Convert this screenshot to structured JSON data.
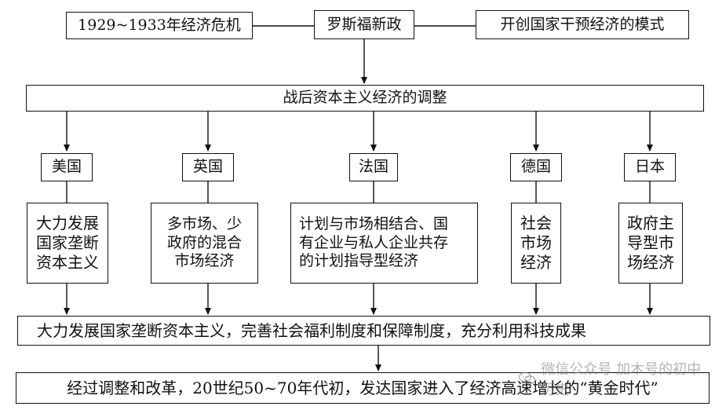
{
  "top": {
    "crisis": "1929~1933年经济危机",
    "new_deal": "罗斯福新政",
    "model": "开创国家干预经济的模式"
  },
  "adjustment": "战后资本主义经济的调整",
  "countries": [
    {
      "name": "美国",
      "desc": "大力发展\n国家垄断\n资本主义"
    },
    {
      "name": "英国",
      "desc": "多市场、少\n政府的混合\n市场经济"
    },
    {
      "name": "法国",
      "desc": "计划与市场相结合、国\n有企业与私人企业共存\n的计划指导型经济"
    },
    {
      "name": "德国",
      "desc": "社会\n市场\n经济"
    },
    {
      "name": "日本",
      "desc": "政府主\n导型市\n场经济"
    }
  ],
  "summary": "大力发展国家垄断资本主义，完善社会福利制度和保障制度，充分利用科技成果",
  "result": "经过调整和改革，20世纪50~70年代初，发达国家进入了经济高速增长的“黄金时代”",
  "watermark": "微信公众号 加木号的初中历史"
}
